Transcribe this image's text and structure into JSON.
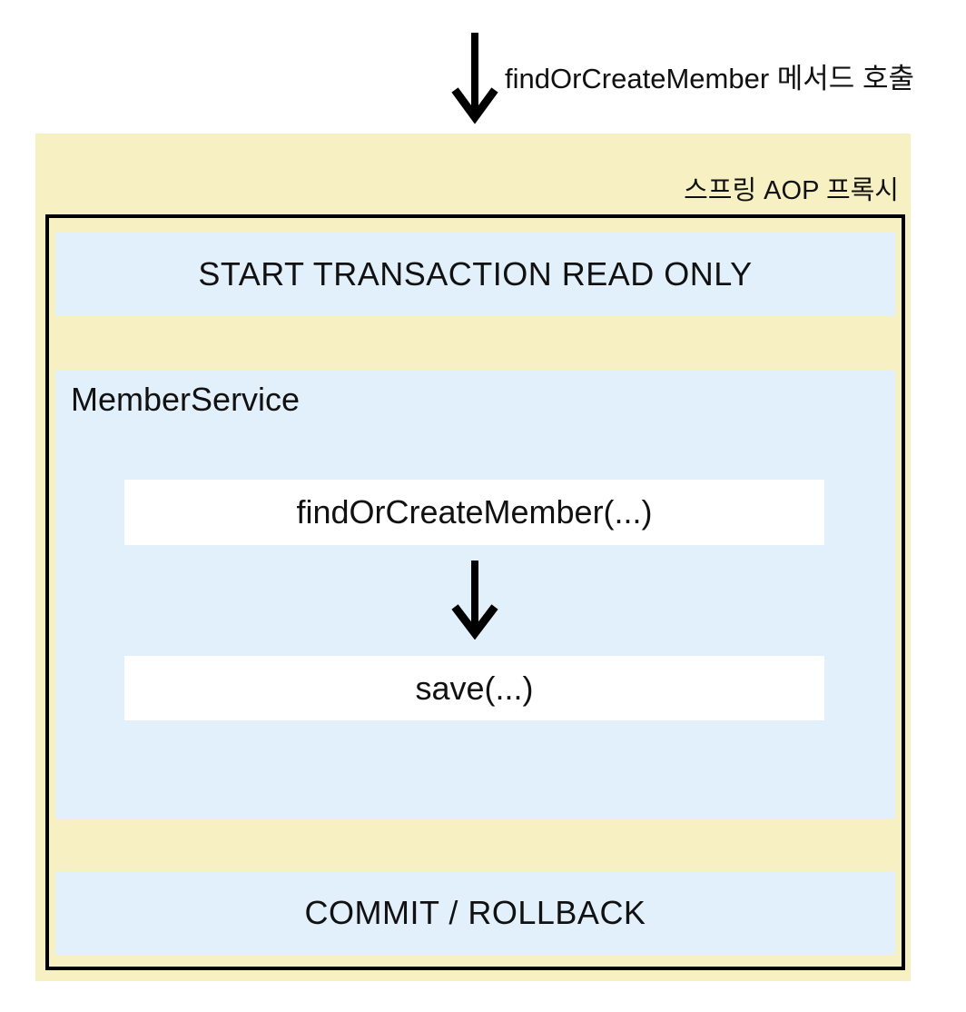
{
  "diagram": {
    "call_arrow_label": "findOrCreateMember 메서드 호출",
    "proxy": {
      "label": "스프링 AOP 프록시",
      "start_transaction_label": "START TRANSACTION READ ONLY",
      "member_service": {
        "title": "MemberService",
        "first_method_label": "findOrCreateMember(...)",
        "second_method_label": "save(...)"
      },
      "commit_label": "COMMIT / ROLLBACK"
    },
    "icons": {
      "call_arrow": "down-arrow",
      "flow_arrow": "down-arrow"
    },
    "colors": {
      "page_background": "#FFFFFF",
      "proxy_background": "#F7F0C2",
      "transaction_background": "#E2F0FB",
      "method_background": "#FFFFFF",
      "border": "#000000",
      "text": "#111111"
    }
  }
}
